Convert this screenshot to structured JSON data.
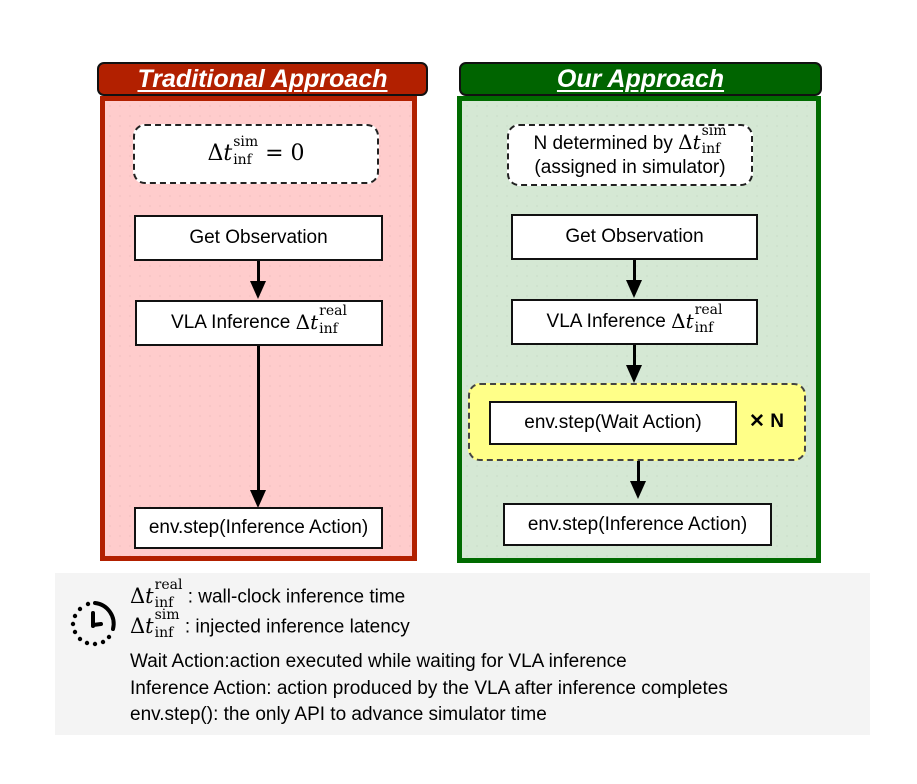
{
  "colors": {
    "traditional_header": "#b22000",
    "traditional_border": "#b22000",
    "traditional_fill": "#ffcccc",
    "ours_header": "#006400",
    "ours_border": "#006b00",
    "ours_fill": "#d5e8d4",
    "wait_group_fill": "#ffff88",
    "legend_fill": "#f4f4f4"
  },
  "traditional": {
    "title": "Traditional Approach",
    "condition": {
      "delta": "Δ",
      "var": "t",
      "sup": "sim",
      "sub": "inf",
      "rest": " = 0"
    },
    "steps": [
      {
        "label": "Get Observation"
      },
      {
        "label": "VLA Inference ",
        "math": {
          "delta": "Δ",
          "var": "t",
          "sup": "real",
          "sub": "inf"
        }
      },
      {
        "label": "env.step(Inference Action)"
      }
    ]
  },
  "ours": {
    "title": "Our Approach",
    "condition": {
      "line1_text": "N determined by ",
      "math": {
        "delta": "Δ",
        "var": "t",
        "sup": "sim",
        "sub": "inf"
      },
      "line2_text": "(assigned in simulator)"
    },
    "steps": [
      {
        "label": "Get Observation"
      },
      {
        "label": "VLA Inference ",
        "math": {
          "delta": "Δ",
          "var": "t",
          "sup": "real",
          "sub": "inf"
        }
      },
      {
        "label": "env.step(Wait Action)",
        "repeat": "✕ N"
      },
      {
        "label": "env.step(Inference Action)"
      }
    ]
  },
  "legend": {
    "icon": "clock-icon",
    "items": [
      {
        "math": {
          "delta": "Δ",
          "var": "t",
          "sup": "real",
          "sub": "inf"
        },
        "text": " : wall-clock inference time"
      },
      {
        "math": {
          "delta": "Δ",
          "var": "t",
          "sup": "sim",
          "sub": "inf"
        },
        "text": " : injected inference latency"
      },
      {
        "text": "Wait Action:action executed while waiting for VLA inference"
      },
      {
        "text": "Inference Action: action produced by the VLA after inference completes"
      },
      {
        "text": "env.step(): the only API to advance simulator time"
      }
    ]
  }
}
